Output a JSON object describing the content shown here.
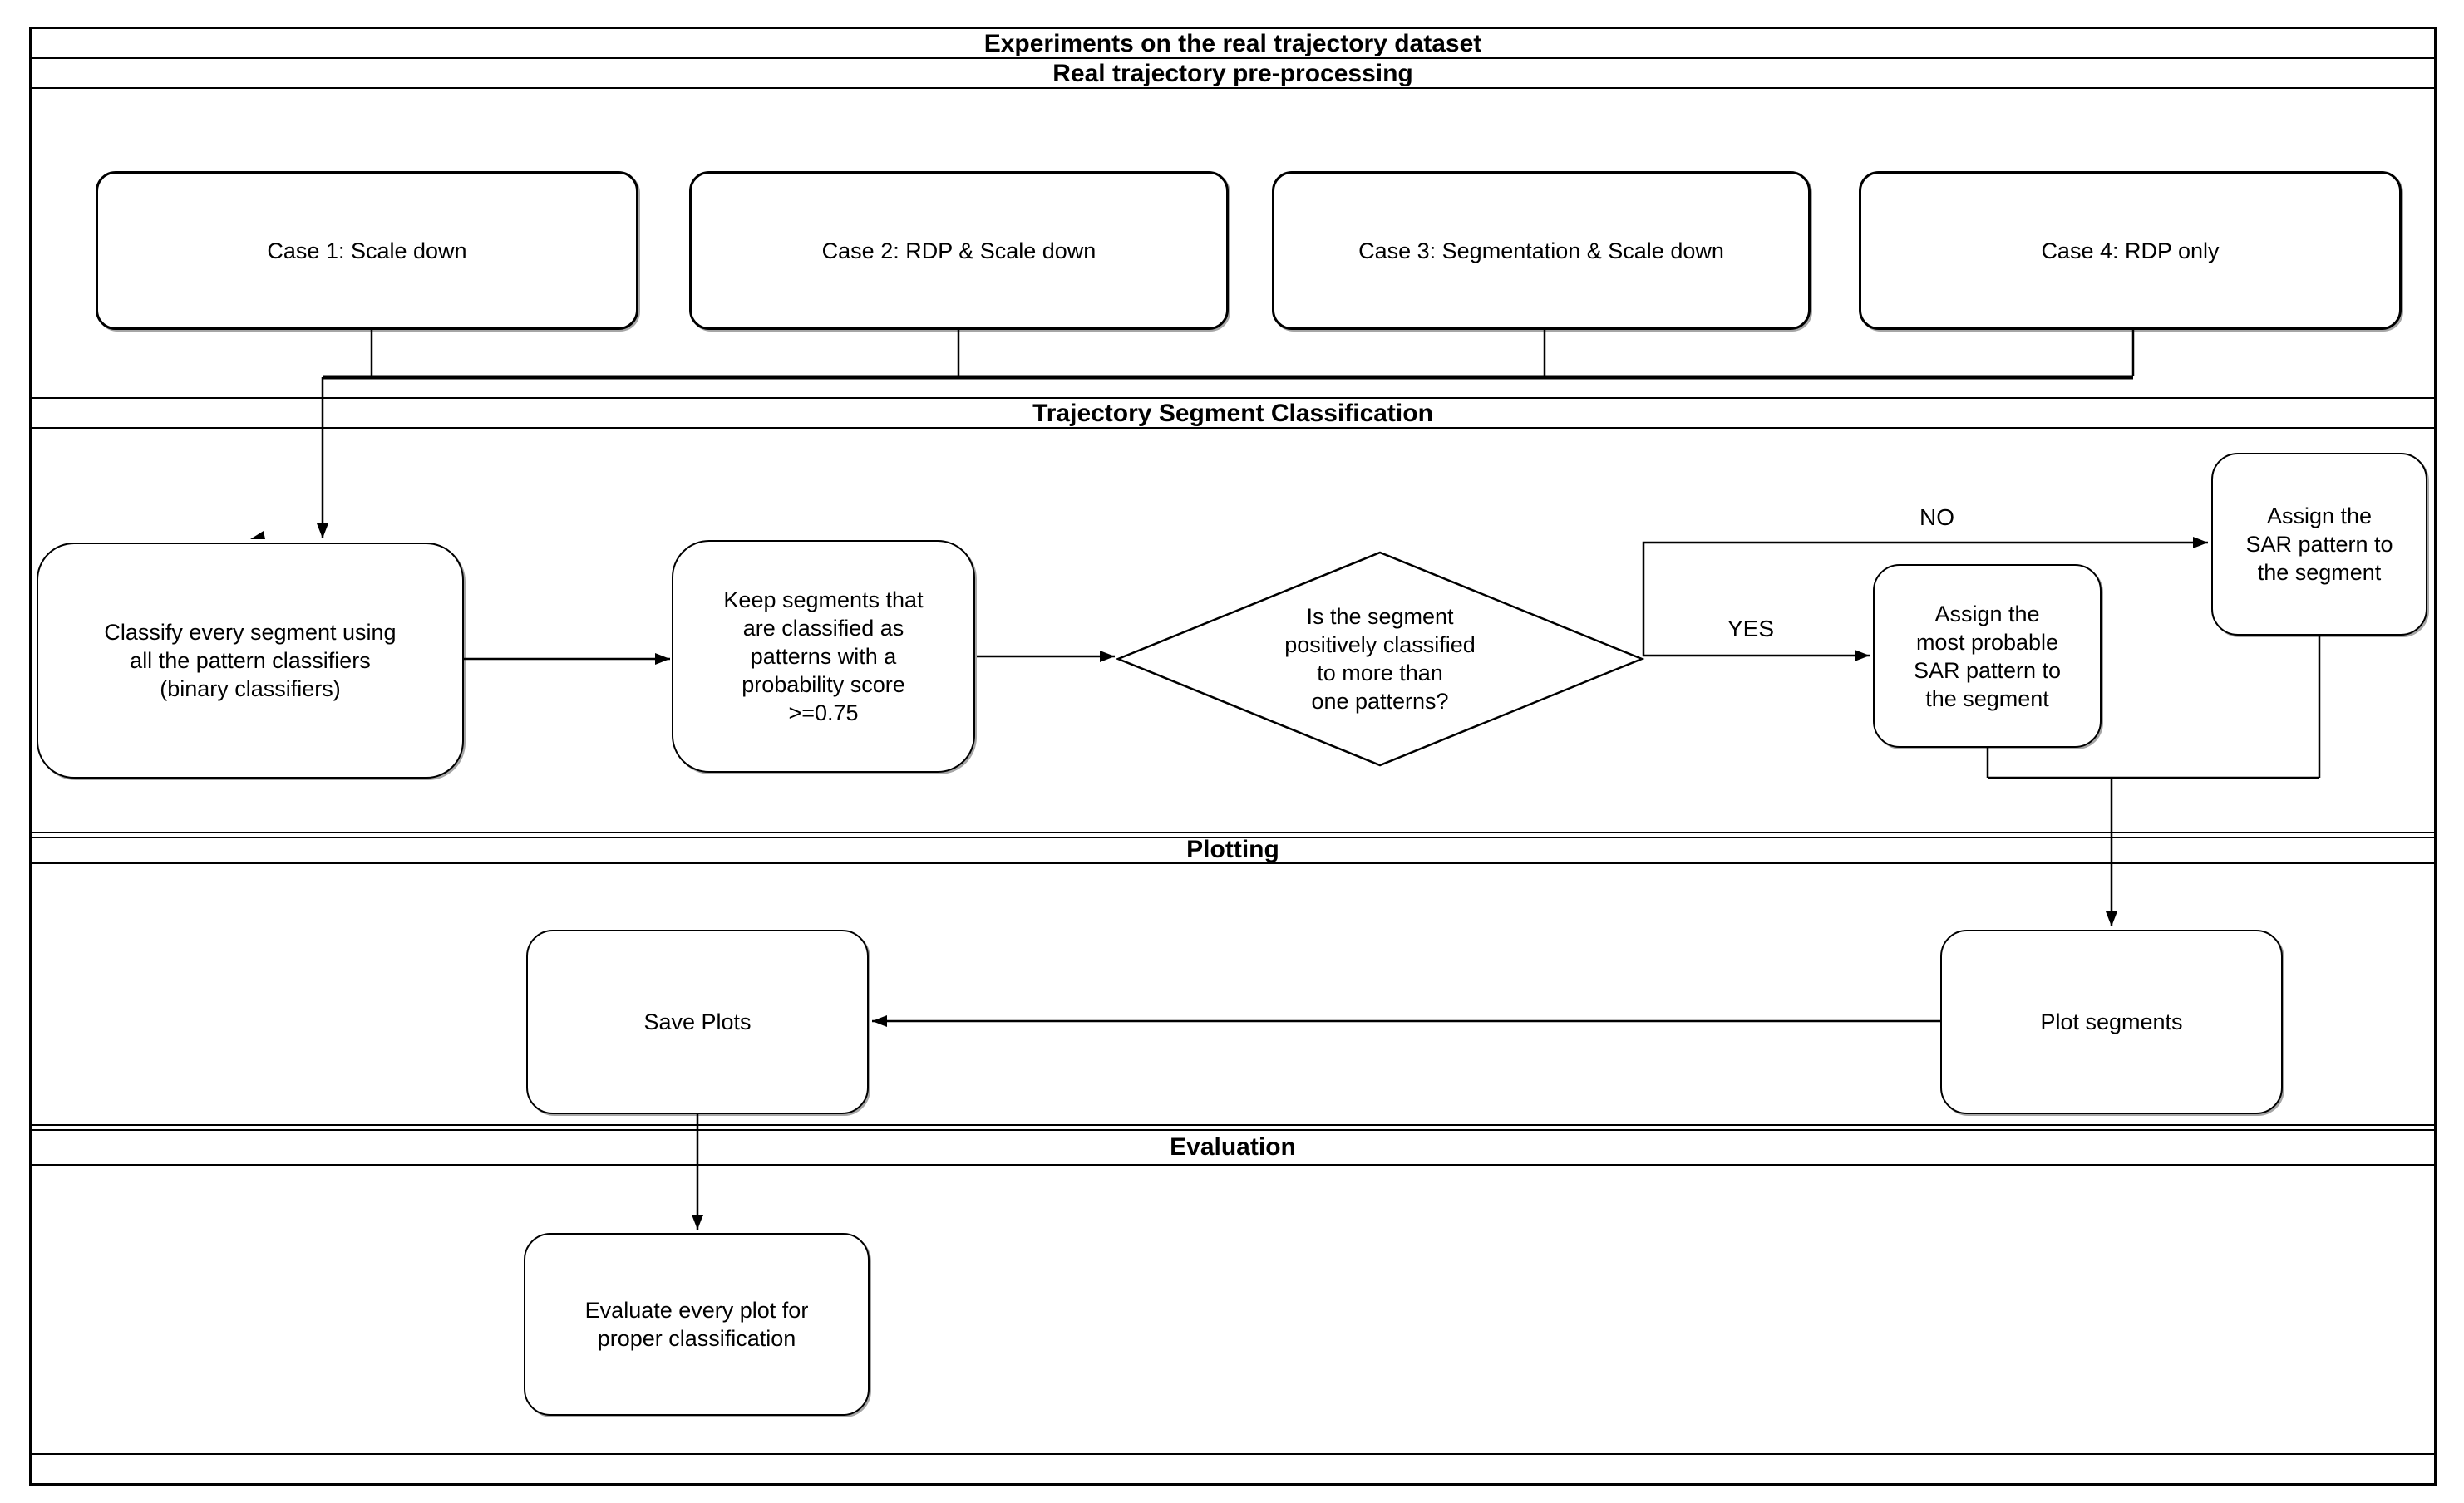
{
  "titles": {
    "main": "Experiments on the real trajectory dataset",
    "preprocessing": "Real trajectory pre-processing",
    "classification": "Trajectory Segment Classification",
    "plotting": "Plotting",
    "evaluation": "Evaluation"
  },
  "nodes": {
    "case1": "Case 1: Scale down",
    "case2": "Case 2: RDP & Scale down",
    "case3": "Case 3: Segmentation & Scale down",
    "case4": "Case 4: RDP only",
    "classify": "Classify every segment using\nall the pattern classifiers\n(binary classifiers)",
    "keep": "Keep segments that\nare classified as\npatterns with a\nprobability score\n>=0.75",
    "decision": "Is the segment\npositively classified\nto more than\none patterns?",
    "assign_most_probable": "Assign the\nmost probable\nSAR pattern to\nthe segment",
    "assign_sar": "Assign the\nSAR pattern to\nthe segment",
    "save_plots": "Save Plots",
    "plot_segments": "Plot segments",
    "evaluate": "Evaluate every plot for\nproper classification"
  },
  "edge_labels": {
    "yes": "YES",
    "no": "NO"
  },
  "colors": {
    "stroke": "#000000",
    "fill": "#ffffff"
  }
}
